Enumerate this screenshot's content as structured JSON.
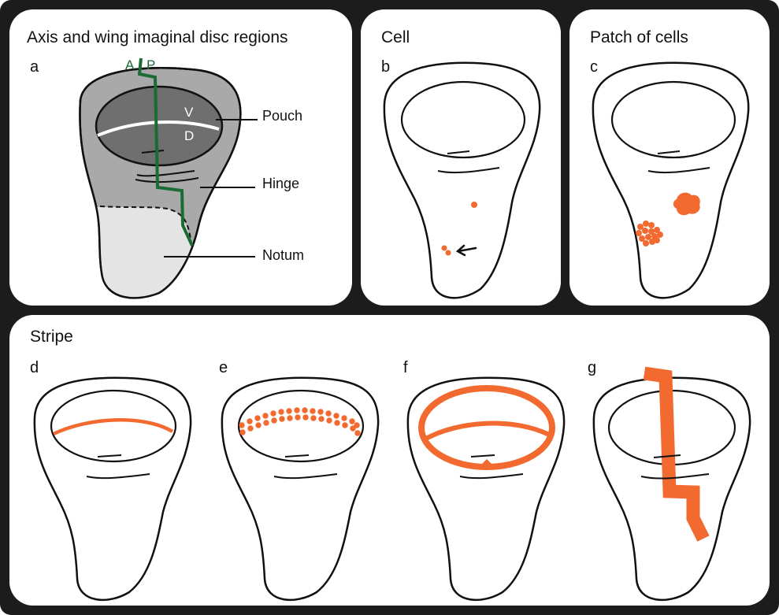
{
  "panels": {
    "a": {
      "title": "Axis and wing imaginal disc regions",
      "letter": "a"
    },
    "b": {
      "title": "Cell",
      "letter": "b"
    },
    "c": {
      "title": "Patch of cells",
      "letter": "c"
    },
    "stripe": {
      "title": "Stripe",
      "letters": [
        "d",
        "e",
        "f",
        "g"
      ]
    }
  },
  "axis_labels": {
    "anterior": "A",
    "posterior": "P",
    "ventral": "V",
    "dorsal": "D"
  },
  "region_labels": {
    "pouch": "Pouch",
    "hinge": "Hinge",
    "notum": "Notum"
  },
  "colors": {
    "frame": "#1c1c1c",
    "highlight": "#f26a30",
    "ap_boundary": "#1a6b34",
    "disc_fill": "#a9a9a9",
    "pouch_fill": "#6f6f6f",
    "notum_fill": "#e4e4e4",
    "dv_boundary": "#ffffff"
  }
}
